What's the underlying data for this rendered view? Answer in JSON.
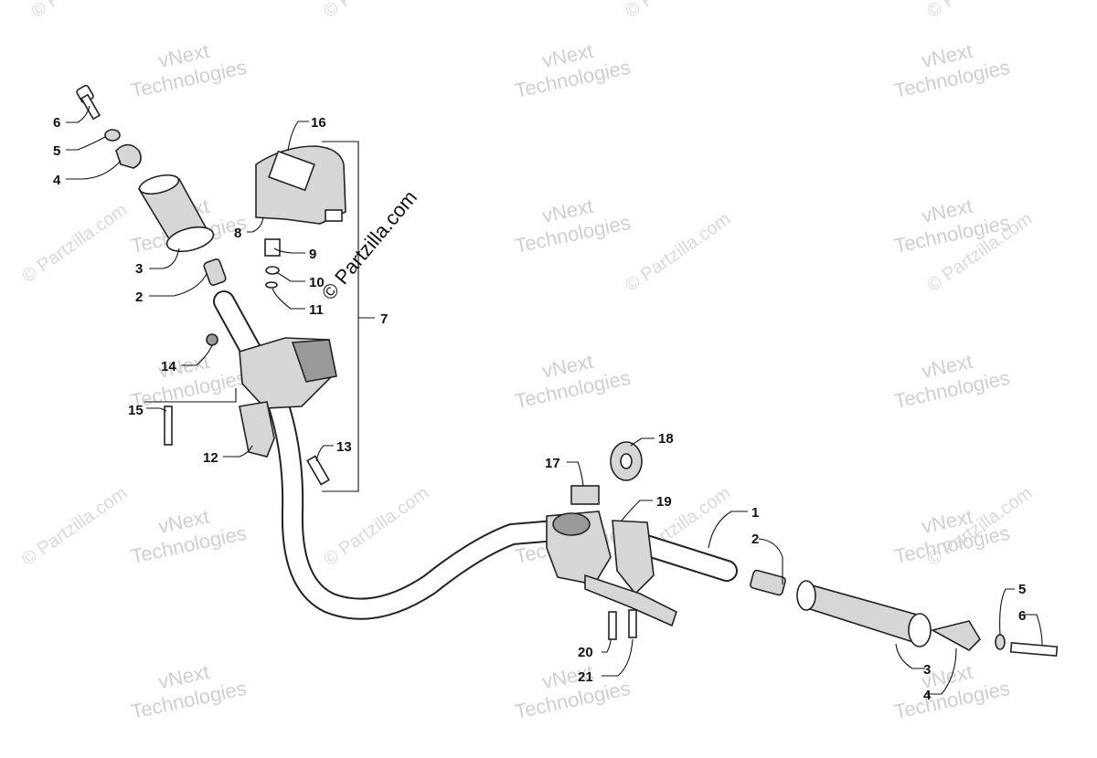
{
  "watermarks": {
    "vnext_line1": "vNext",
    "vnext_line2": "Technologies",
    "partzilla": "© Partzilla.com",
    "partzilla_center": "© Partzilla.com"
  },
  "callouts": {
    "c1": "1",
    "c2_left": "2",
    "c2_right": "2",
    "c3_left": "3",
    "c3_right": "3",
    "c4_left": "4",
    "c4_right": "4",
    "c5_left": "5",
    "c5_right": "5",
    "c6_left": "6",
    "c6_right": "6",
    "c7": "7",
    "c8": "8",
    "c9": "9",
    "c10": "10",
    "c11": "11",
    "c12": "12",
    "c13": "13",
    "c14": "14",
    "c15": "15",
    "c16": "16",
    "c17": "17",
    "c18": "18",
    "c19": "19",
    "c20": "20",
    "c21": "21"
  }
}
